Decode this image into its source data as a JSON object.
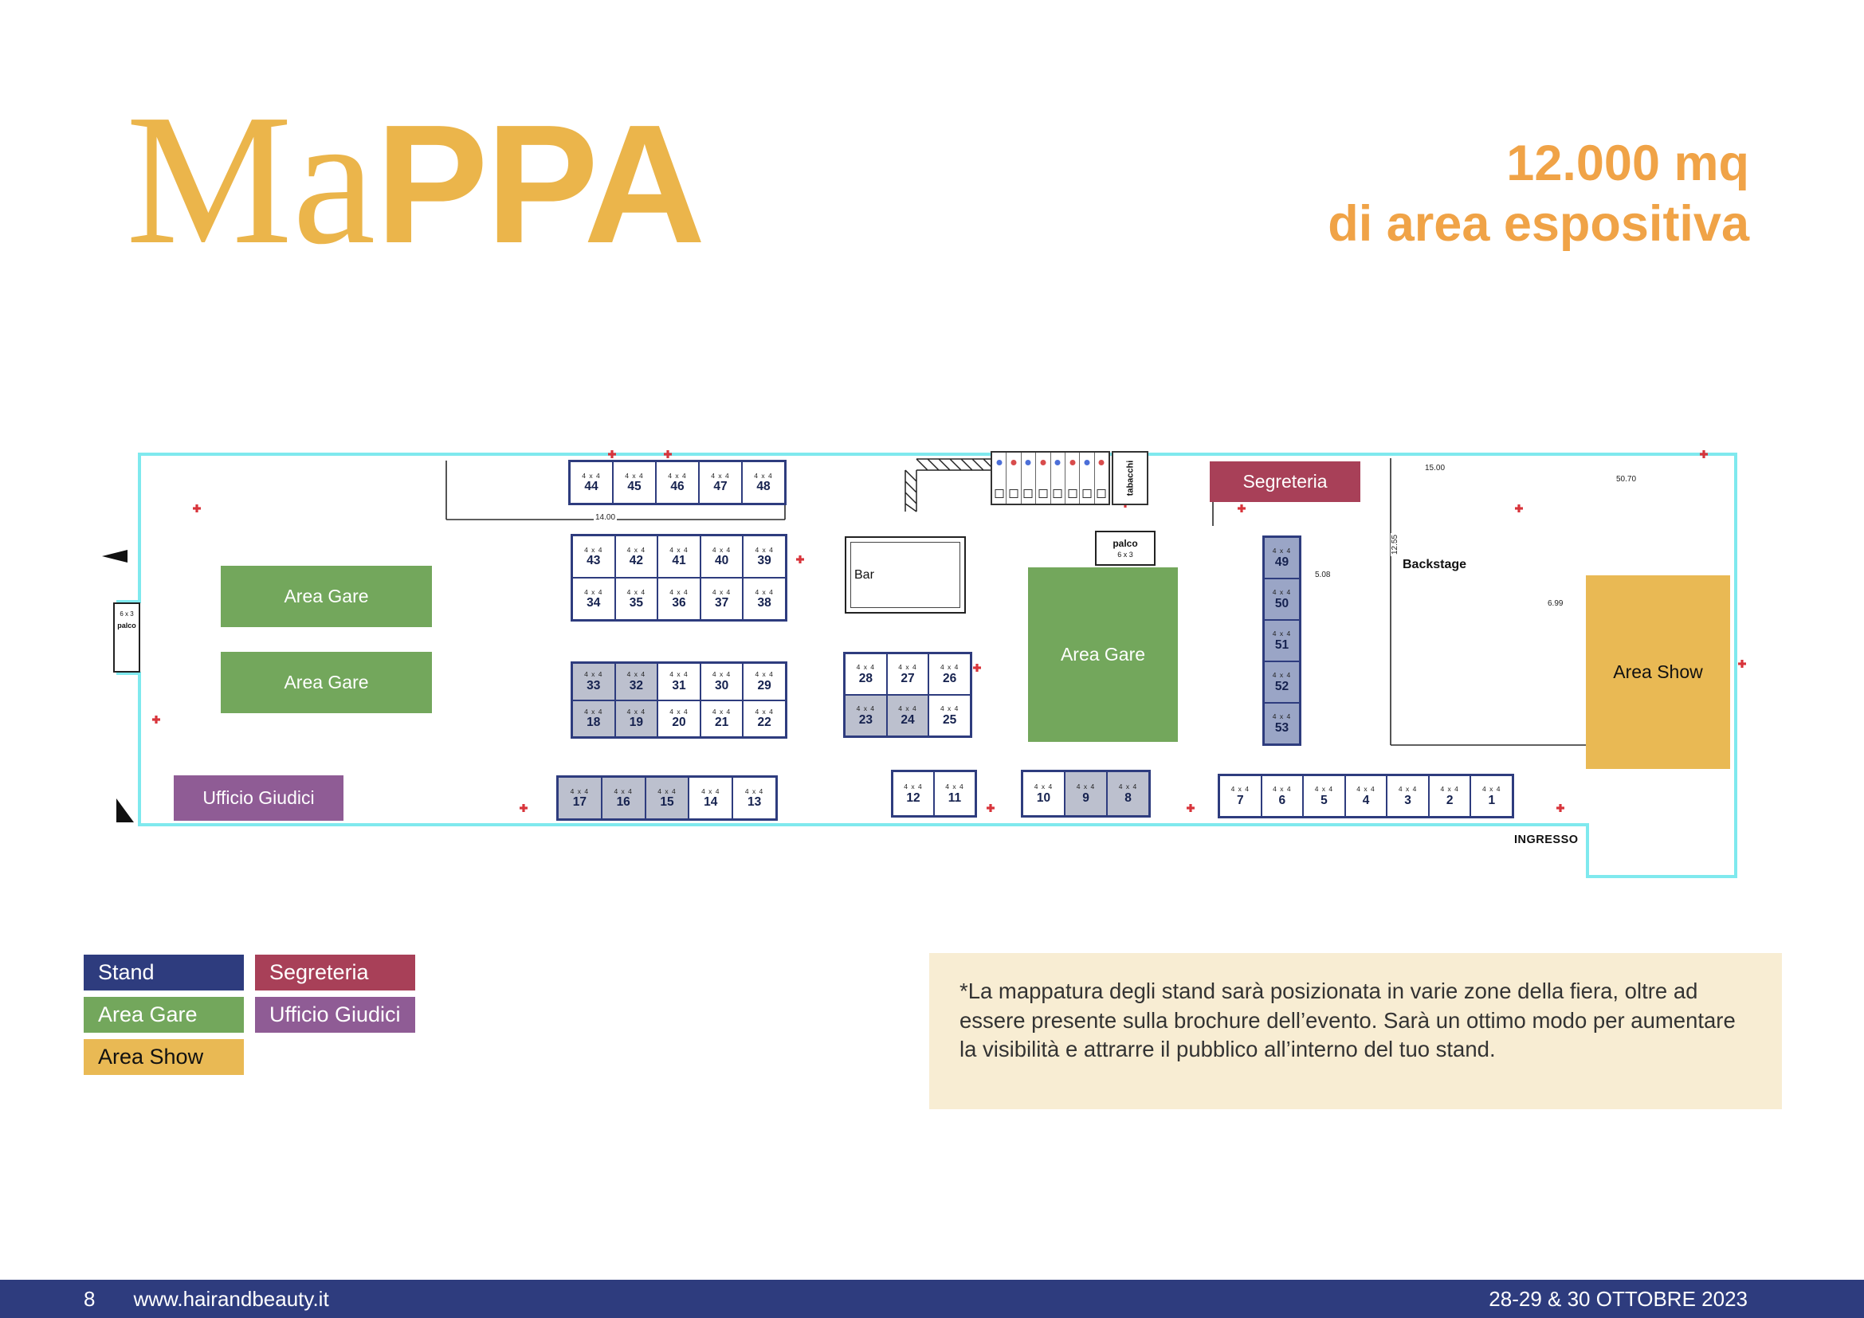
{
  "header": {
    "title_serif": "Ma",
    "title_sans": "PPA",
    "headline_line1": "12.000 mq",
    "headline_line2": "di area espositiva"
  },
  "note": {
    "text": "*La mappatura degli stand sarà posizionata in varie zone della fiera, oltre ad essere presente sulla brochure dell’evento. Sarà un ottimo modo per aumentare la visibilità e attrarre il pubblico all’interno del tuo stand."
  },
  "legend": {
    "stand": "Stand",
    "area_gare": "Area Gare",
    "area_show": "Area Show",
    "segreteria": "Segreteria",
    "ufficio_giudici": "Ufficio Giudici"
  },
  "footer": {
    "page_number": "8",
    "website": "www.hairandbeauty.it",
    "dates": "28-29 & 30 OTTOBRE 2023"
  },
  "map": {
    "stand_size_label": "4 x 4",
    "areas": {
      "area_gare": "Area Gare",
      "segreteria": "Segreteria",
      "ufficio_giudici": "Ufficio Giudici",
      "area_show": "Area Show"
    },
    "labels": {
      "bar": "Bar",
      "backstage": "Backstage",
      "ingresso": "INGRESSO",
      "tabacchi": "tabacchi",
      "palco": "palco",
      "palco_size": "6 x 3"
    },
    "dims": {
      "d1": "14.00",
      "d2": "15.00",
      "d3": "50.70",
      "d4": "6.99",
      "d5": "5.08",
      "d6": "12.55"
    },
    "groups": {
      "r44_48": [
        {
          "n": "44"
        },
        {
          "n": "45"
        },
        {
          "n": "46"
        },
        {
          "n": "47"
        },
        {
          "n": "48"
        }
      ],
      "r43_39": [
        {
          "n": "43"
        },
        {
          "n": "42"
        },
        {
          "n": "41"
        },
        {
          "n": "40"
        },
        {
          "n": "39"
        }
      ],
      "r34_38": [
        {
          "n": "34"
        },
        {
          "n": "35"
        },
        {
          "n": "36"
        },
        {
          "n": "37"
        },
        {
          "n": "38"
        }
      ],
      "r33_29": [
        {
          "n": "33",
          "c": "gray"
        },
        {
          "n": "32",
          "c": "gray"
        },
        {
          "n": "31"
        },
        {
          "n": "30"
        },
        {
          "n": "29"
        }
      ],
      "r18_22": [
        {
          "n": "18",
          "c": "gray"
        },
        {
          "n": "19",
          "c": "gray"
        },
        {
          "n": "20"
        },
        {
          "n": "21"
        },
        {
          "n": "22"
        }
      ],
      "r17_13": [
        {
          "n": "17",
          "c": "gray"
        },
        {
          "n": "16",
          "c": "gray"
        },
        {
          "n": "15",
          "c": "gray"
        },
        {
          "n": "14"
        },
        {
          "n": "13"
        }
      ],
      "r28_26": [
        {
          "n": "28"
        },
        {
          "n": "27"
        },
        {
          "n": "26"
        }
      ],
      "r23_25": [
        {
          "n": "23",
          "c": "gray"
        },
        {
          "n": "24",
          "c": "gray"
        },
        {
          "n": "25"
        }
      ],
      "r12_11": [
        {
          "n": "12"
        },
        {
          "n": "11"
        }
      ],
      "r10_8": [
        {
          "n": "10"
        },
        {
          "n": "9",
          "c": "gray"
        },
        {
          "n": "8",
          "c": "gray"
        }
      ],
      "r7_1": [
        {
          "n": "7"
        },
        {
          "n": "6"
        },
        {
          "n": "5"
        },
        {
          "n": "4"
        },
        {
          "n": "3"
        },
        {
          "n": "2"
        },
        {
          "n": "1"
        }
      ],
      "c49_53": [
        {
          "n": "49",
          "c": "blue"
        },
        {
          "n": "50",
          "c": "blue"
        },
        {
          "n": "51",
          "c": "blue"
        },
        {
          "n": "52",
          "c": "blue"
        },
        {
          "n": "53",
          "c": "blue"
        }
      ]
    }
  },
  "colors": {
    "accent_gold": "#EBB54B",
    "accent_orange": "#F0A347",
    "navy": "#2E3C7E",
    "green": "#73A75C",
    "maroon": "#A84058",
    "purple": "#8F5C95",
    "area_show_gold": "#E9B954",
    "outline_cyan": "#7FE9EE"
  }
}
